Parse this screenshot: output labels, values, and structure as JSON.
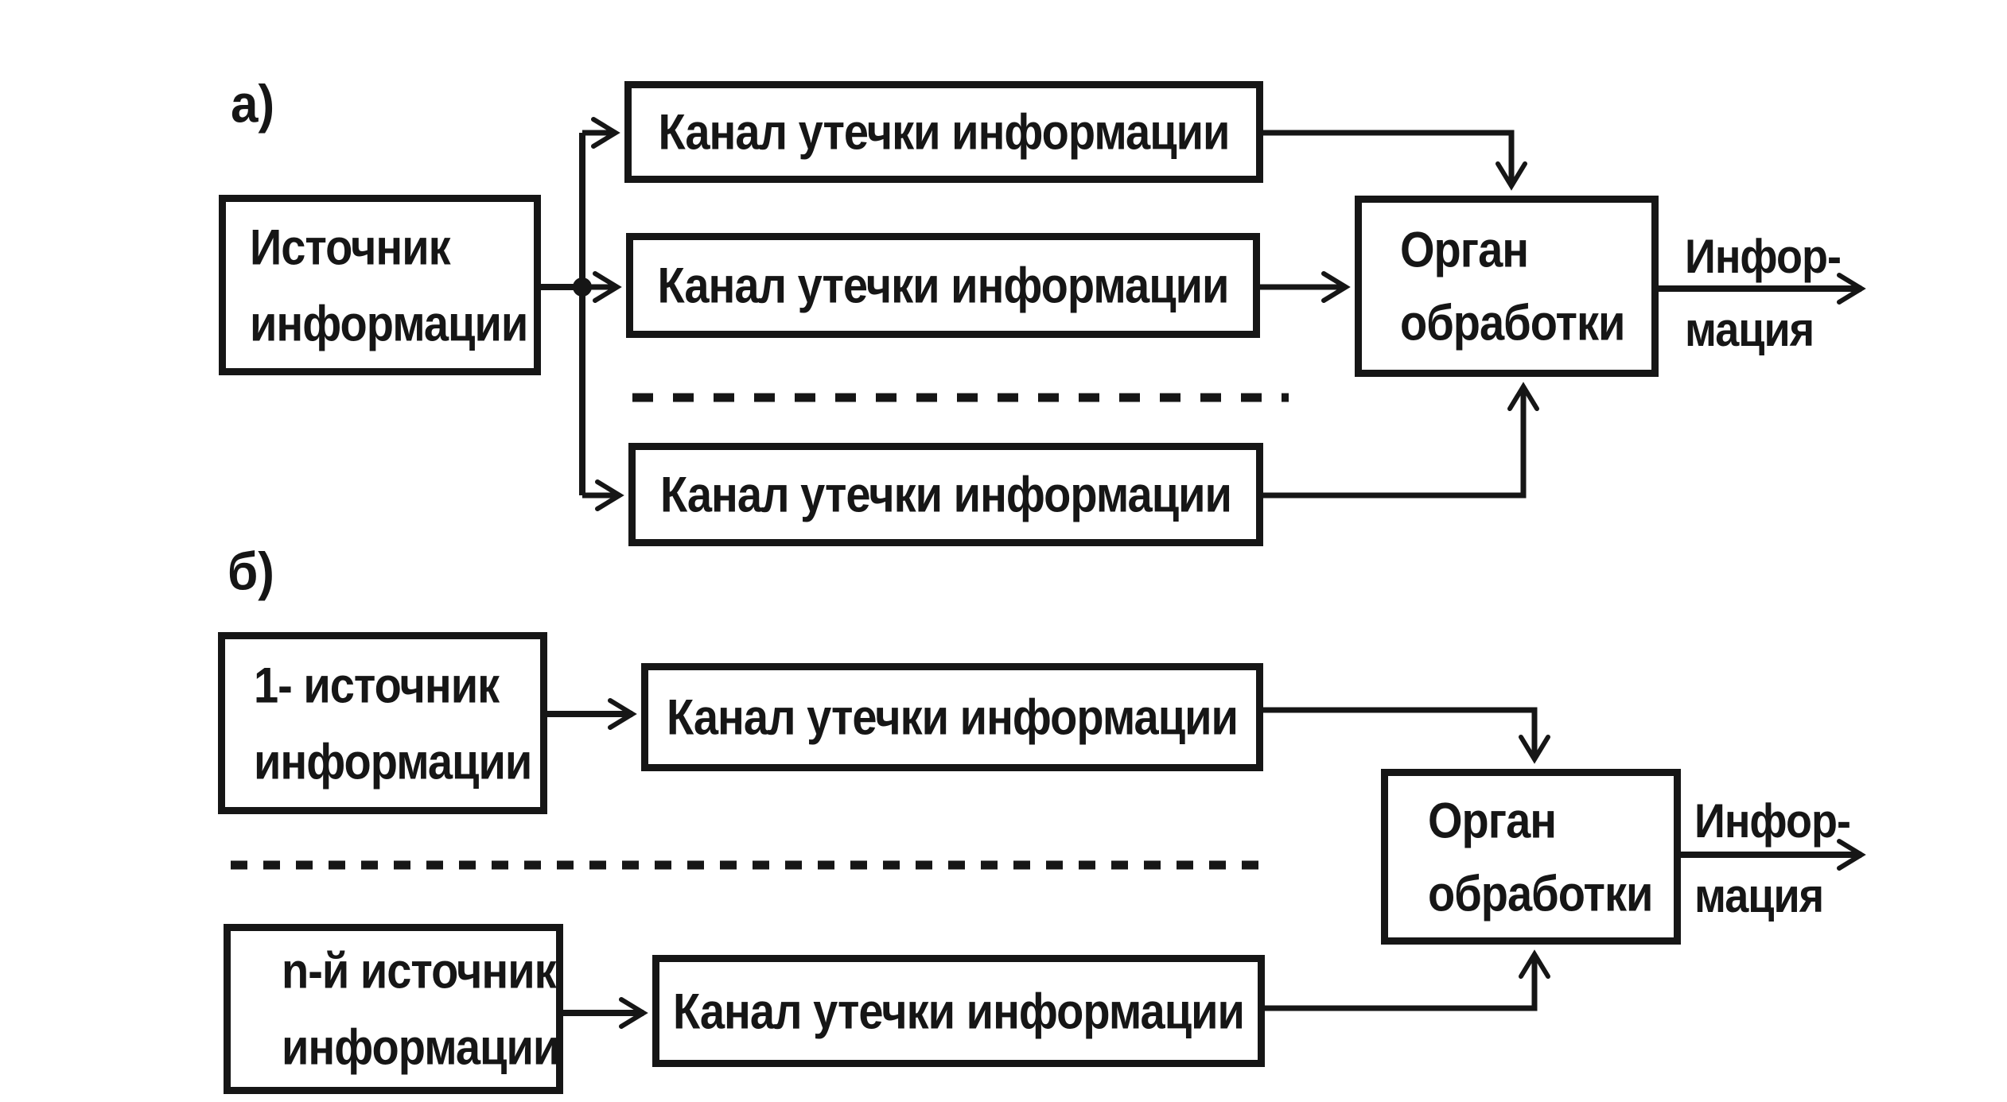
{
  "page": {
    "background_color": "#ffffff",
    "ink_color": "#161616"
  },
  "section_a": {
    "label": "а)",
    "source_box": {
      "line1": "Источник",
      "line2": "информации"
    },
    "channel_boxes": [
      "Канал утечки информации",
      "Канал утечки информации",
      "Канал утечки информации"
    ],
    "processor_box": {
      "line1": "Орган",
      "line2": "обработки"
    },
    "output_label": {
      "line1": "Инфор-",
      "line2": "мация"
    }
  },
  "section_b": {
    "label": "б)",
    "source_box_1": {
      "line1": "1- источник",
      "line2": "информации"
    },
    "source_box_n": {
      "line1": "n-й источник",
      "line2": "информации"
    },
    "channel_boxes": [
      "Канал утечки информации",
      "Канал утечки информации"
    ],
    "processor_box": {
      "line1": "Орган",
      "line2": "обработки"
    },
    "output_label": {
      "line1": "Инфор-",
      "line2": "мация"
    }
  }
}
